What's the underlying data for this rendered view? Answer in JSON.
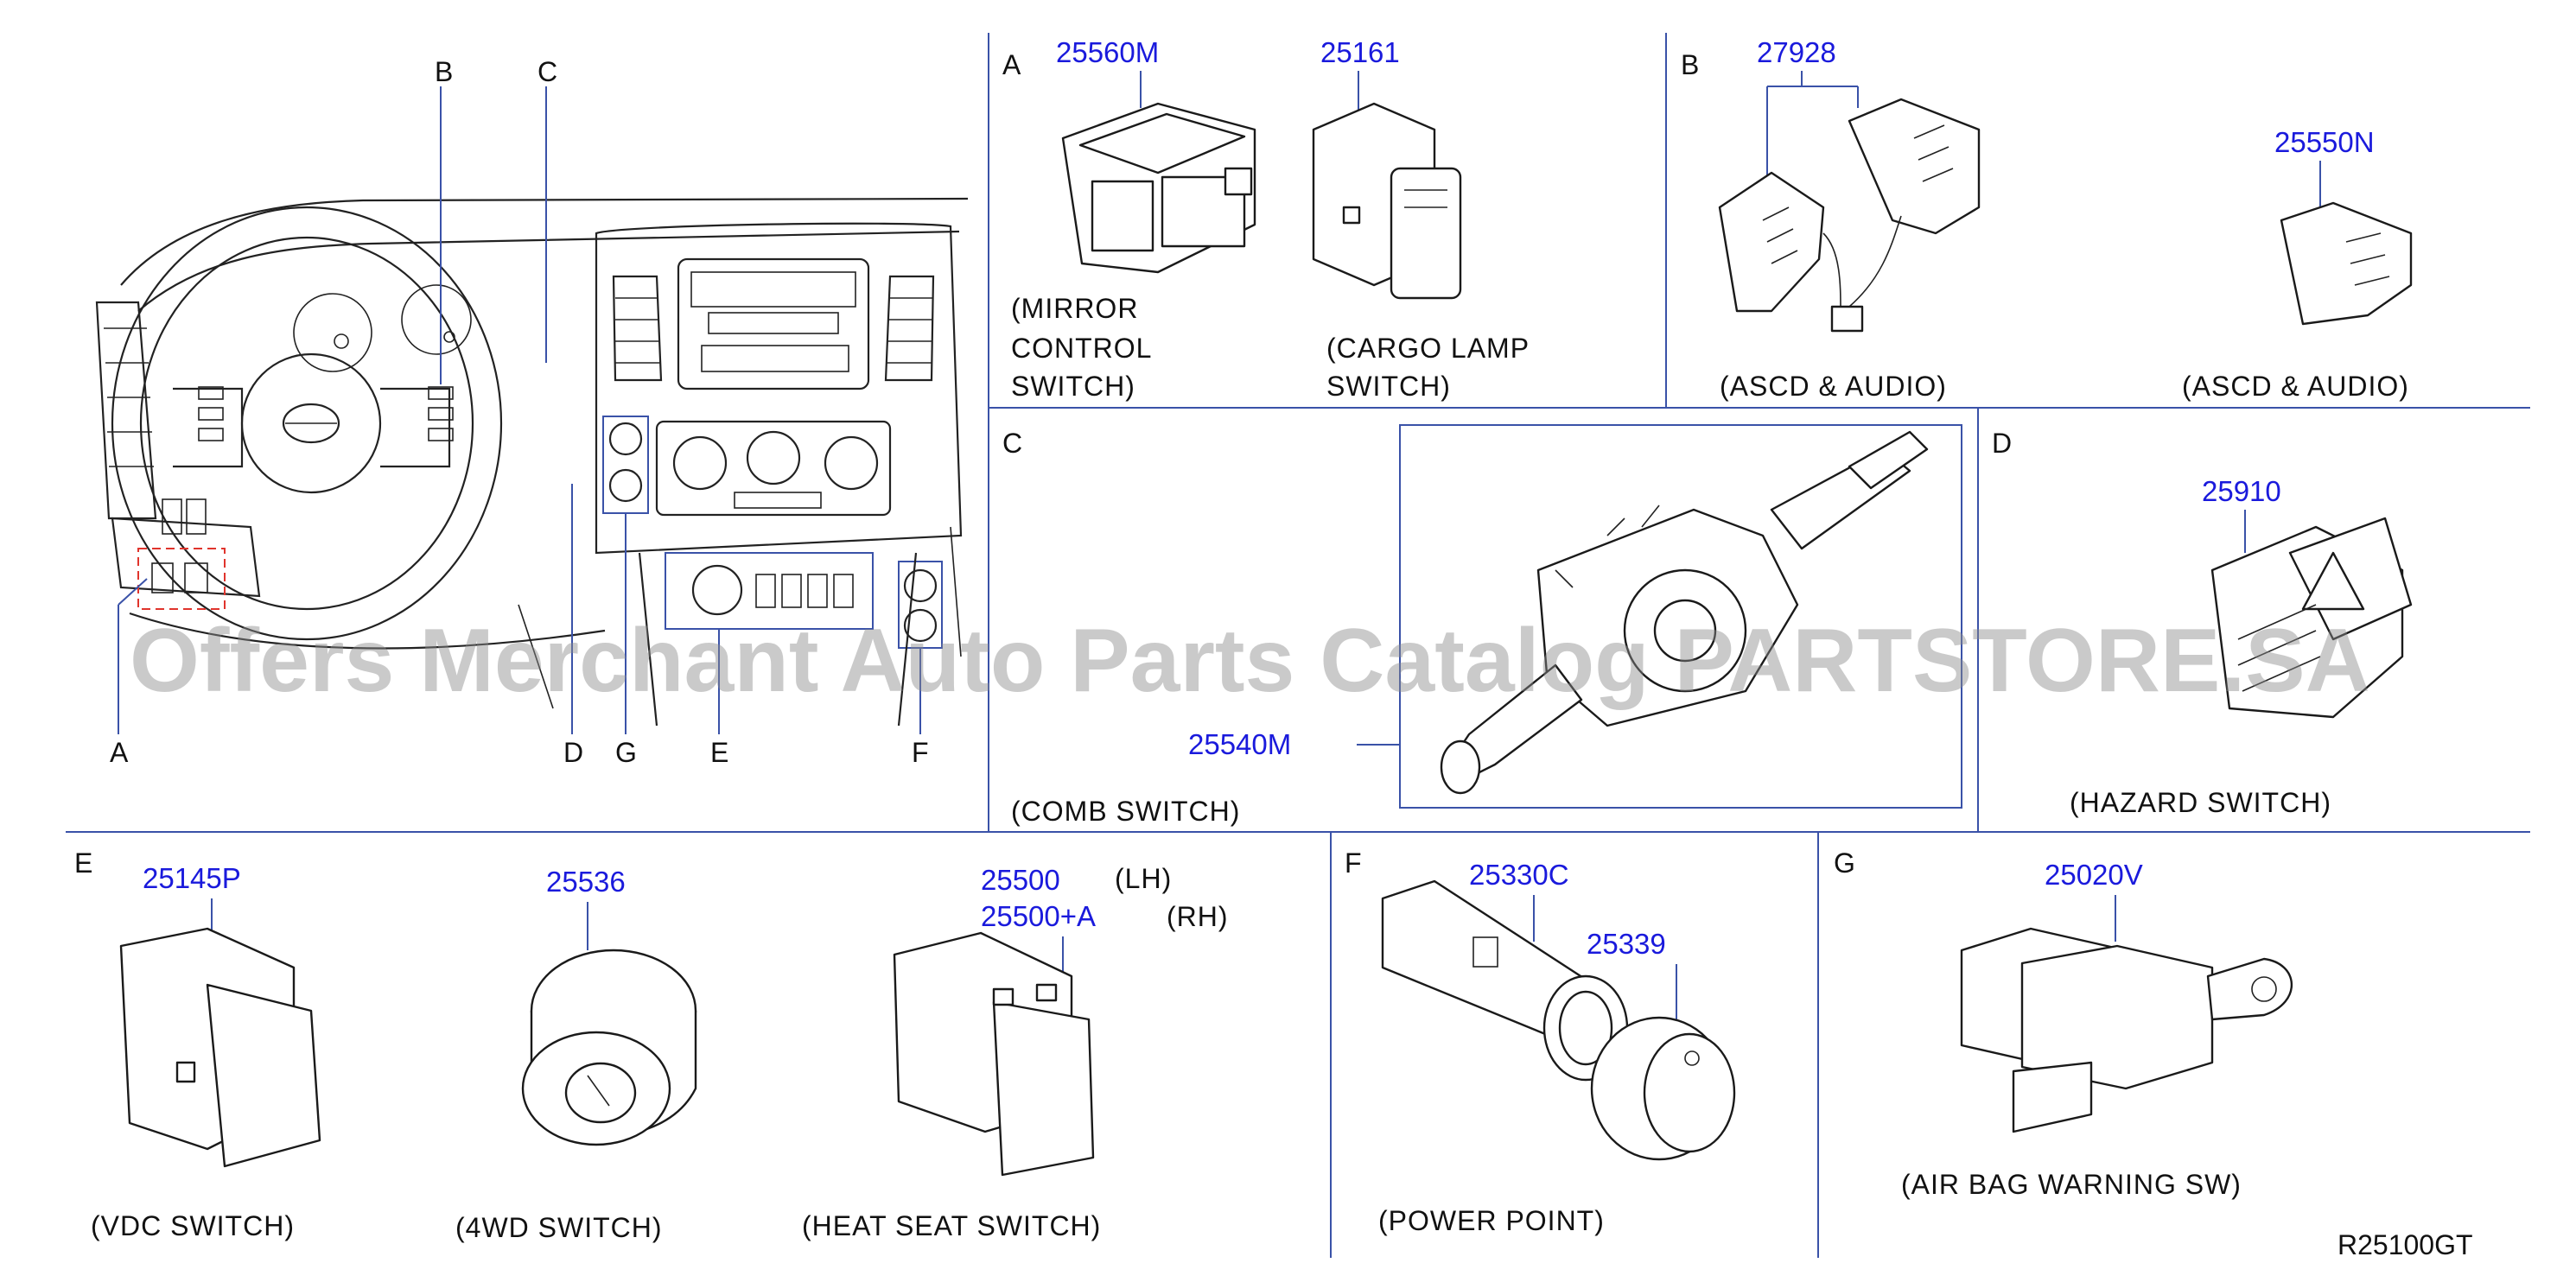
{
  "diagram_code": "R25100GT",
  "watermark": "Offers Merchant Auto Parts Catalog PARTSTORE.SA",
  "overview_callouts": [
    "A",
    "B",
    "C",
    "D",
    "G",
    "E",
    "F"
  ],
  "sections": {
    "A": {
      "letter": "A",
      "parts": [
        {
          "number": "25560M",
          "caption_lines": [
            "(MIRROR",
            "CONTROL",
            "SWITCH)"
          ]
        },
        {
          "number": "25161",
          "caption_lines": [
            "(CARGO   LAMP",
            "SWITCH)"
          ]
        }
      ]
    },
    "B": {
      "letter": "B",
      "parts": [
        {
          "number": "27928",
          "caption": "(ASCD   &   AUDIO)"
        },
        {
          "number": "25550N",
          "caption": "(ASCD   &   AUDIO)"
        }
      ]
    },
    "C": {
      "letter": "C",
      "parts": [
        {
          "number": "25540M",
          "caption": "(COMB   SWITCH)"
        }
      ]
    },
    "D": {
      "letter": "D",
      "parts": [
        {
          "number": "25910",
          "caption": "(HAZARD   SWITCH)"
        }
      ]
    },
    "E": {
      "letter": "E",
      "parts": [
        {
          "number": "25145P",
          "caption": "(VDC   SWITCH)"
        },
        {
          "number": "25536",
          "caption": "(4WD   SWITCH)"
        },
        {
          "number": "25500",
          "side": "(LH)",
          "number2": "25500+A",
          "side2": "(RH)",
          "caption": "(HEAT   SEAT   SWITCH)"
        }
      ]
    },
    "F": {
      "letter": "F",
      "parts": [
        {
          "number": "25330C"
        },
        {
          "number": "25339"
        }
      ],
      "caption": "(POWER   POINT)"
    },
    "G": {
      "letter": "G",
      "parts": [
        {
          "number": "25020V",
          "caption": "(AIR   BAG   WARNING   SW)"
        }
      ]
    }
  },
  "colors": {
    "part_number": "#1a1adc",
    "divider": "#3a52a8",
    "highlight_box": "#e0342c"
  }
}
